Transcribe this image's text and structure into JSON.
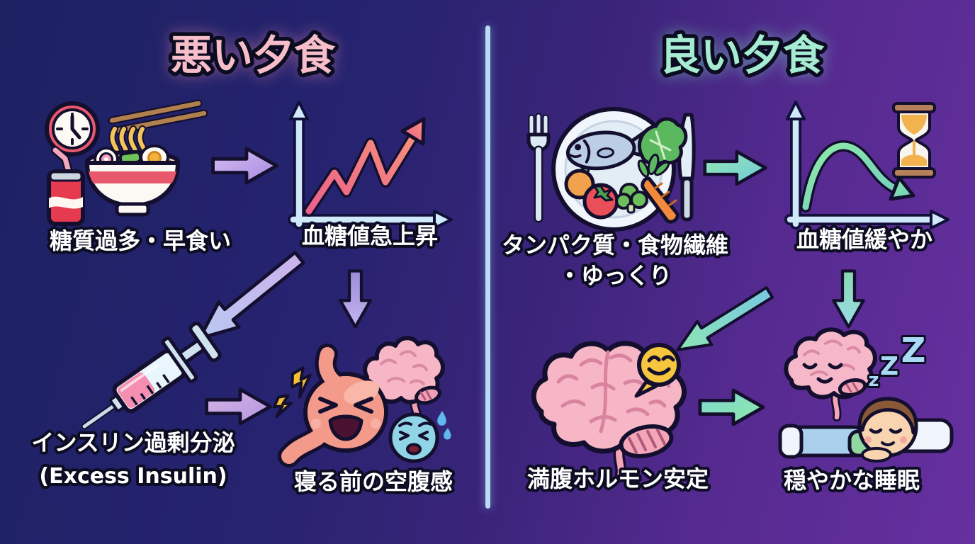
{
  "left_panel": {
    "title": "悪い夕食",
    "labels": {
      "meal": "糖質過多・早食い",
      "spike": "血糖値急上昇",
      "insulin_jp": "インスリン過剰分泌",
      "insulin_en": "(Excess Insulin)",
      "hunger": "寝る前の空腹感"
    }
  },
  "right_panel": {
    "title": "良い夕食",
    "labels": {
      "meal_line1": "タンパク質・食物繊維",
      "meal_line2": "・ゆっくり",
      "gentle": "血糖値緩やか",
      "hormone": "満腹ホルモン安定",
      "sleep": "穏やかな睡眠"
    }
  },
  "sleep_zzz": [
    "z",
    "Z",
    "Z"
  ],
  "colors": {
    "bad_title": "#f7bdc9",
    "good_title": "#a6ecd2",
    "bad_arrow": "#b99ae4",
    "good_arrow": "#7fd8c2",
    "divider": "#b8dcf4",
    "spike_line": "#ee6a85",
    "calm_line": "#84dfb0",
    "label_text": "#ffffff"
  },
  "icons": [
    "clock-icon",
    "cola-can-icon",
    "ramen-bowl-icon",
    "chopsticks-icon",
    "spike-chart-icon",
    "syringe-icon",
    "lightning-icon",
    "angry-stomach-icon",
    "stressed-brain-icon",
    "distressed-face-icon",
    "fork-icon",
    "dinner-plate-icon",
    "fish-icon",
    "vegetables-icon",
    "knife-icon",
    "gentle-chart-icon",
    "hourglass-icon",
    "happy-brain-icon",
    "smiley-speech-bubble-icon",
    "sleeping-brain-icon",
    "sleeping-person-icon",
    "divider-line"
  ]
}
